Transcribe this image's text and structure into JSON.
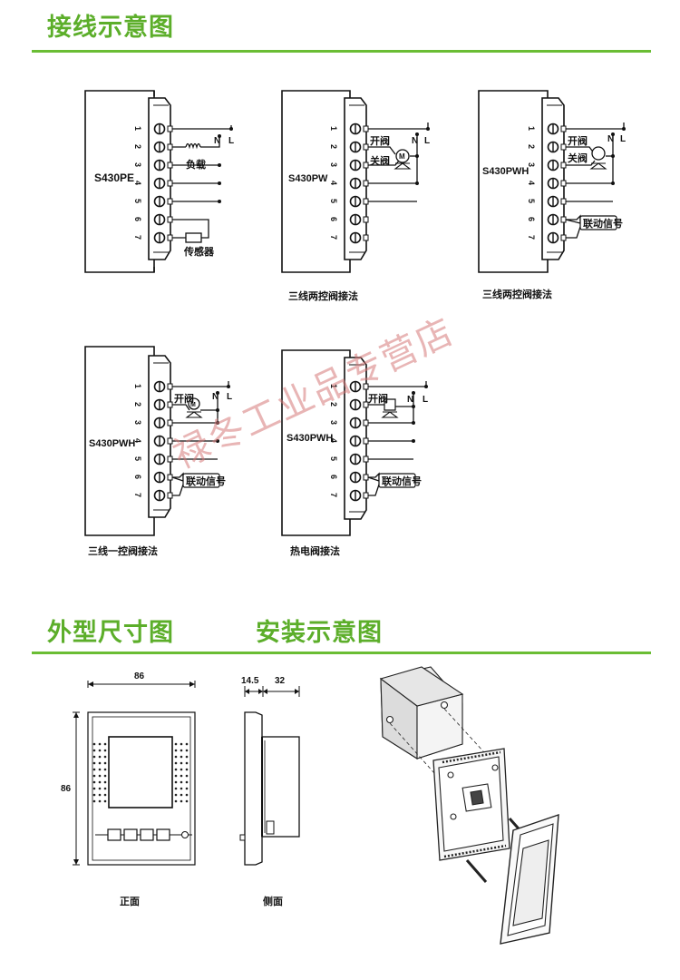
{
  "headings": {
    "wiring": "接线示意图",
    "dimensions": "外型尺寸图",
    "installation": "安装示意图"
  },
  "colors": {
    "accent": "#6abd34",
    "watermark": "#d67878"
  },
  "terminals": [
    "1",
    "2",
    "3",
    "4",
    "5",
    "6",
    "7"
  ],
  "diagrams": {
    "d1": {
      "model": "S430PE",
      "load": "负载",
      "sensor": "传感器",
      "N": "N",
      "L": "L"
    },
    "d2": {
      "model": "S430PW",
      "open": "开阀",
      "close": "关阀",
      "N": "N",
      "L": "L",
      "caption": "三线两控阀接法"
    },
    "d3": {
      "model": "S430PWH",
      "open": "开阀",
      "close": "关阀",
      "signal": "联动信号",
      "N": "N",
      "L": "L",
      "caption": "三线两控阀接法"
    },
    "d4": {
      "model": "S430PWH",
      "open": "开阀",
      "signal": "联动信号",
      "N": "N",
      "L": "L",
      "caption": "三线一控阀接法"
    },
    "d5": {
      "model": "S430PWH",
      "open": "开阀",
      "signal": "联动信号",
      "N": "N",
      "L": "L",
      "caption": "热电阀接法"
    }
  },
  "dimensions": {
    "front_width": "86",
    "front_height": "86",
    "side_a": "14.5",
    "side_b": "32",
    "front_caption": "正面",
    "side_caption": "侧面"
  },
  "watermark": "禄冬工业品专营店"
}
